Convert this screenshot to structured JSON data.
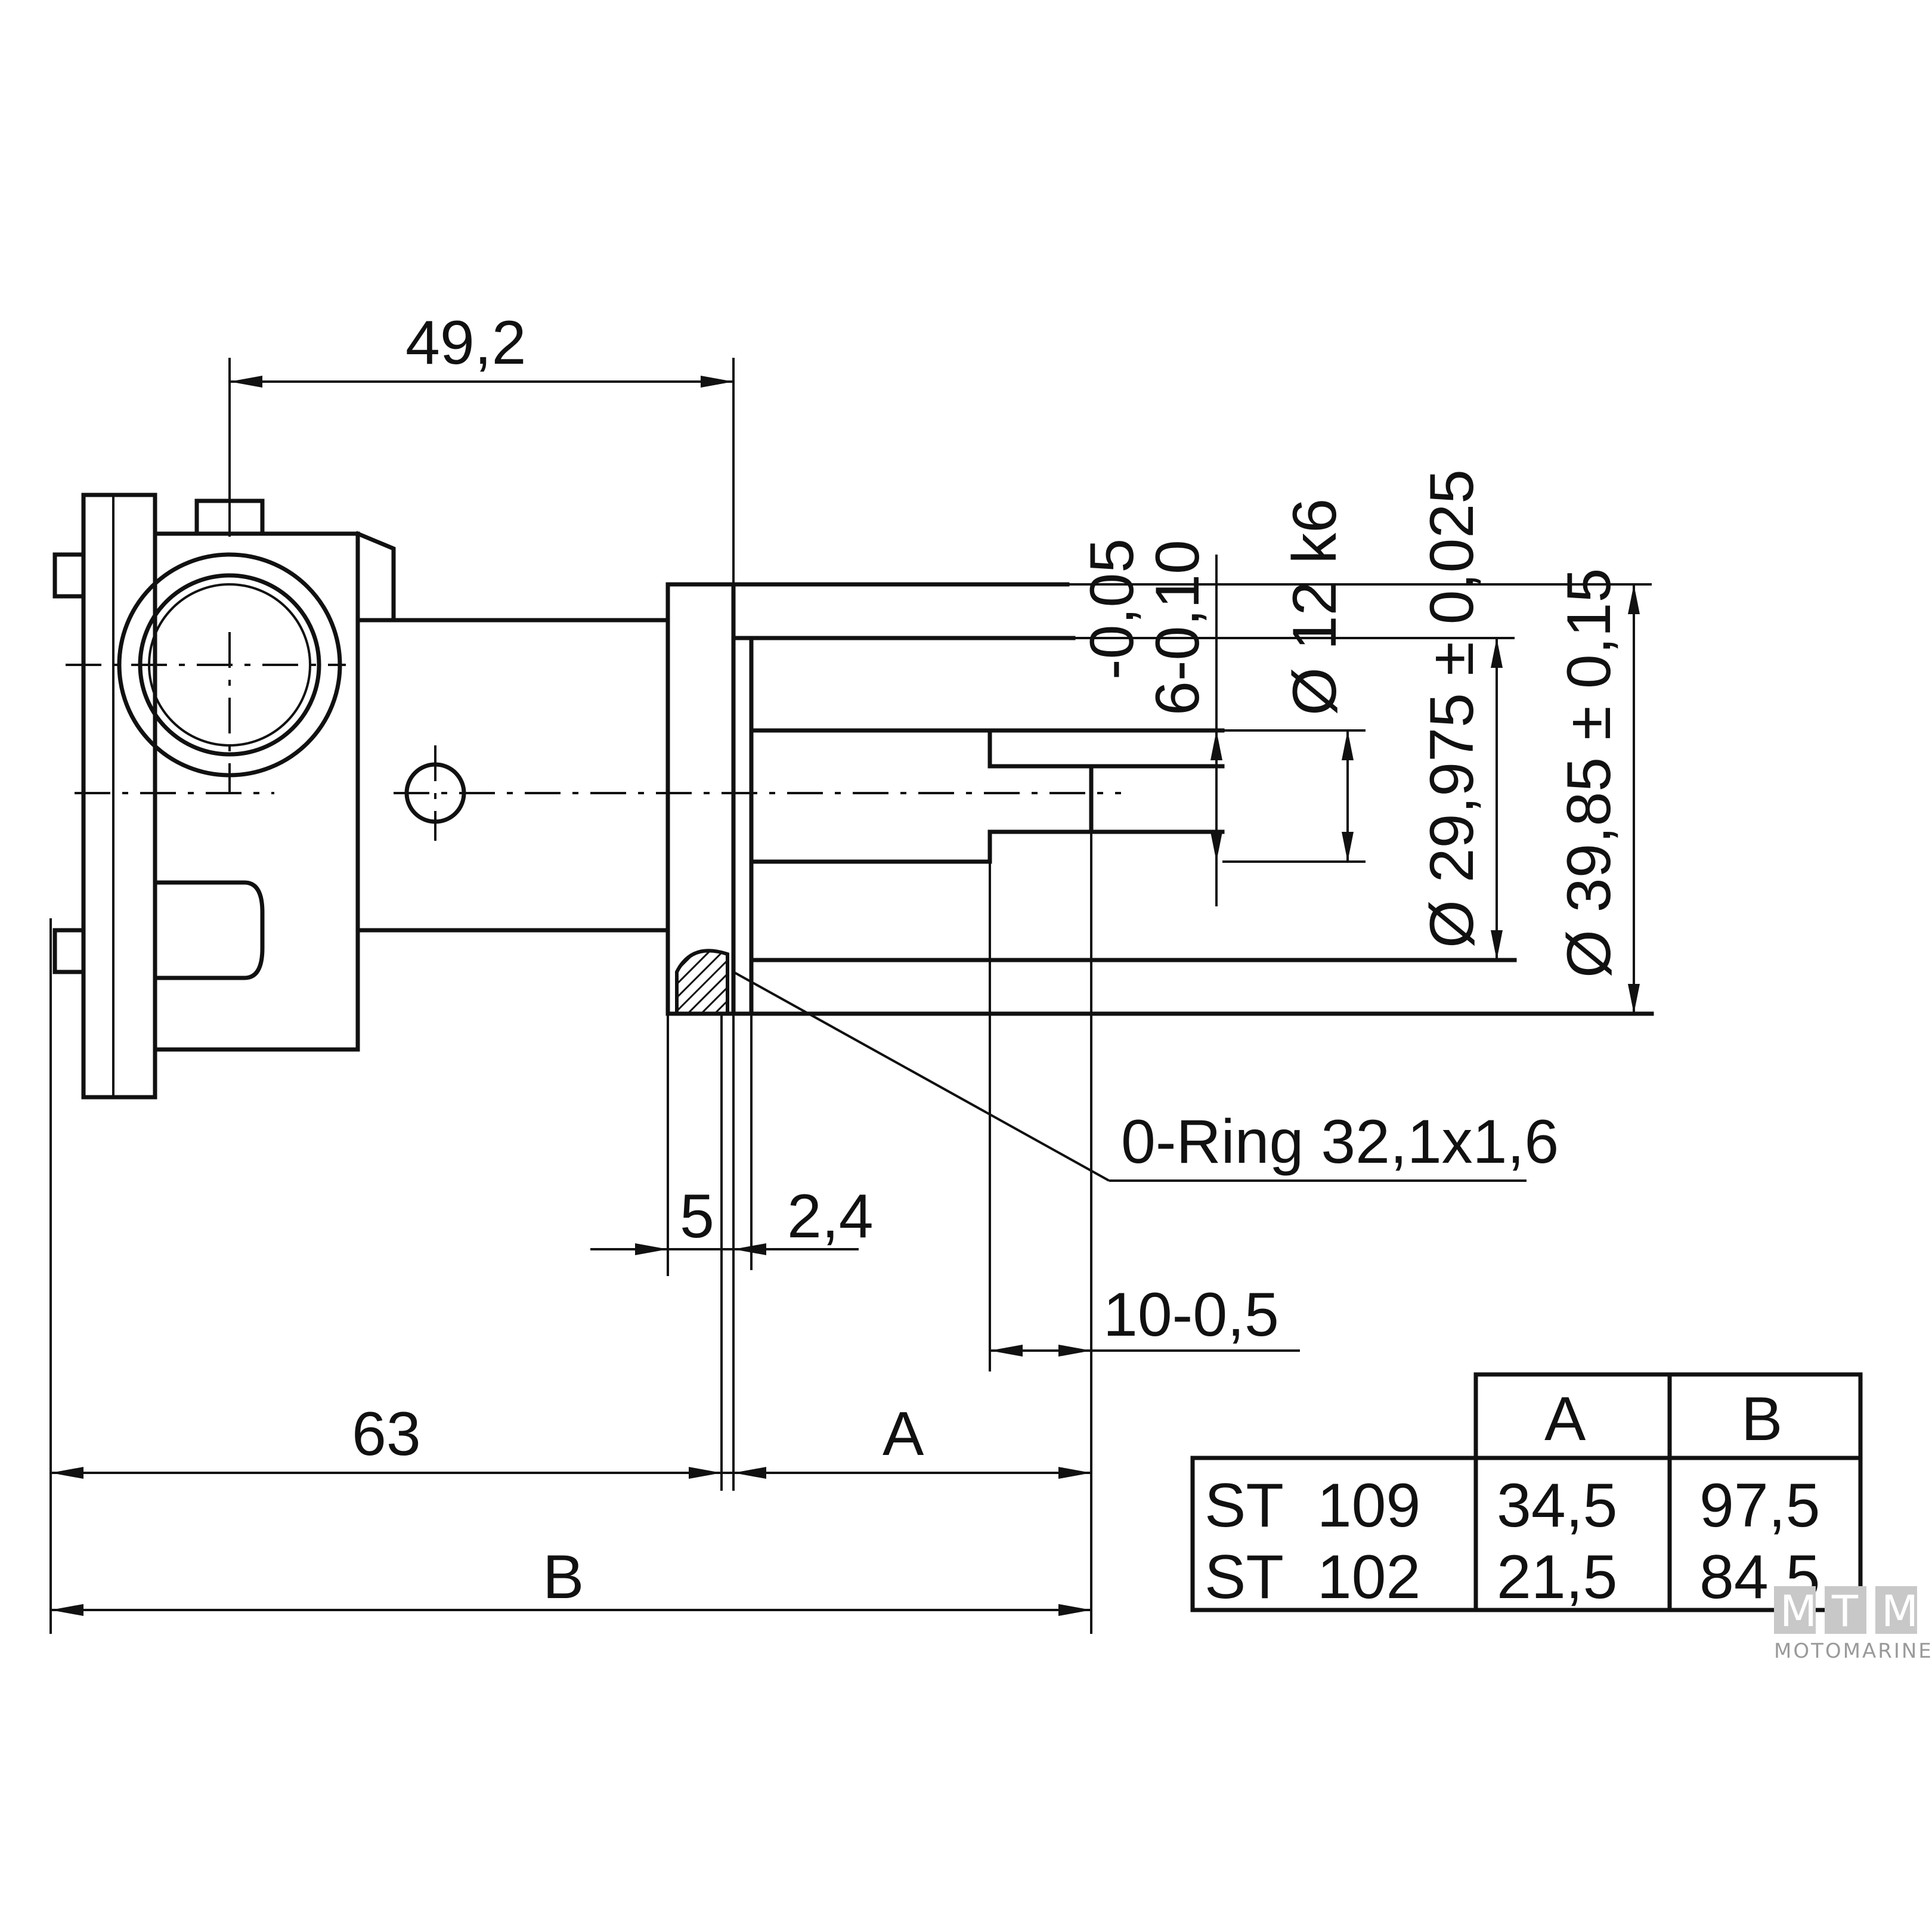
{
  "dimensions": {
    "top_width": "49,2",
    "shaft_tol": "-0,05",
    "key_width": "6-0,10",
    "shaft_dia": "Ø 12 k6",
    "bore_dia": "Ø 29,975 ± 0,025",
    "flange_dia": "Ø 39,85 ± 0,15",
    "oring": "0-Ring 32,1x1,6",
    "flange_thk": "5",
    "gap": "2,4",
    "key_len": "10-0,5",
    "body_len": "63",
    "a_label": "A",
    "b_label": "B"
  },
  "table": {
    "headers": [
      "",
      "A",
      "B"
    ],
    "rows": [
      {
        "model": "ST  109",
        "a": "34,5",
        "b": "97,5"
      },
      {
        "model": "ST  102",
        "a": "21,5",
        "b": "84,5"
      }
    ]
  },
  "logo": {
    "letters": [
      "M",
      "T",
      "M"
    ],
    "brand": "MOTOMARINE"
  }
}
